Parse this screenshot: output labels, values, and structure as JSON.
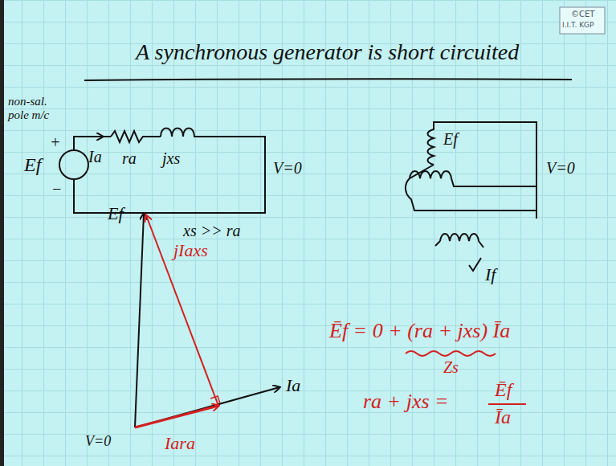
{
  "diagram": {
    "title": "A synchronous generator is short circuited",
    "labels": [
      "©CET",
      "I.I.T. KGP",
      "non-sal. pole m/c",
      "+",
      "Ef",
      "−",
      "Ia",
      "ra",
      "jxs",
      "V=0",
      "xs >> ra",
      "Ef",
      "V=0",
      "If",
      "Ef",
      "jIaxs",
      "Ia",
      "V=0",
      "Iara",
      "Ēf = 0 + (ra + jxs) Īa",
      "Zs",
      "ra + jxs =",
      "Ēf",
      "Īa"
    ]
  }
}
